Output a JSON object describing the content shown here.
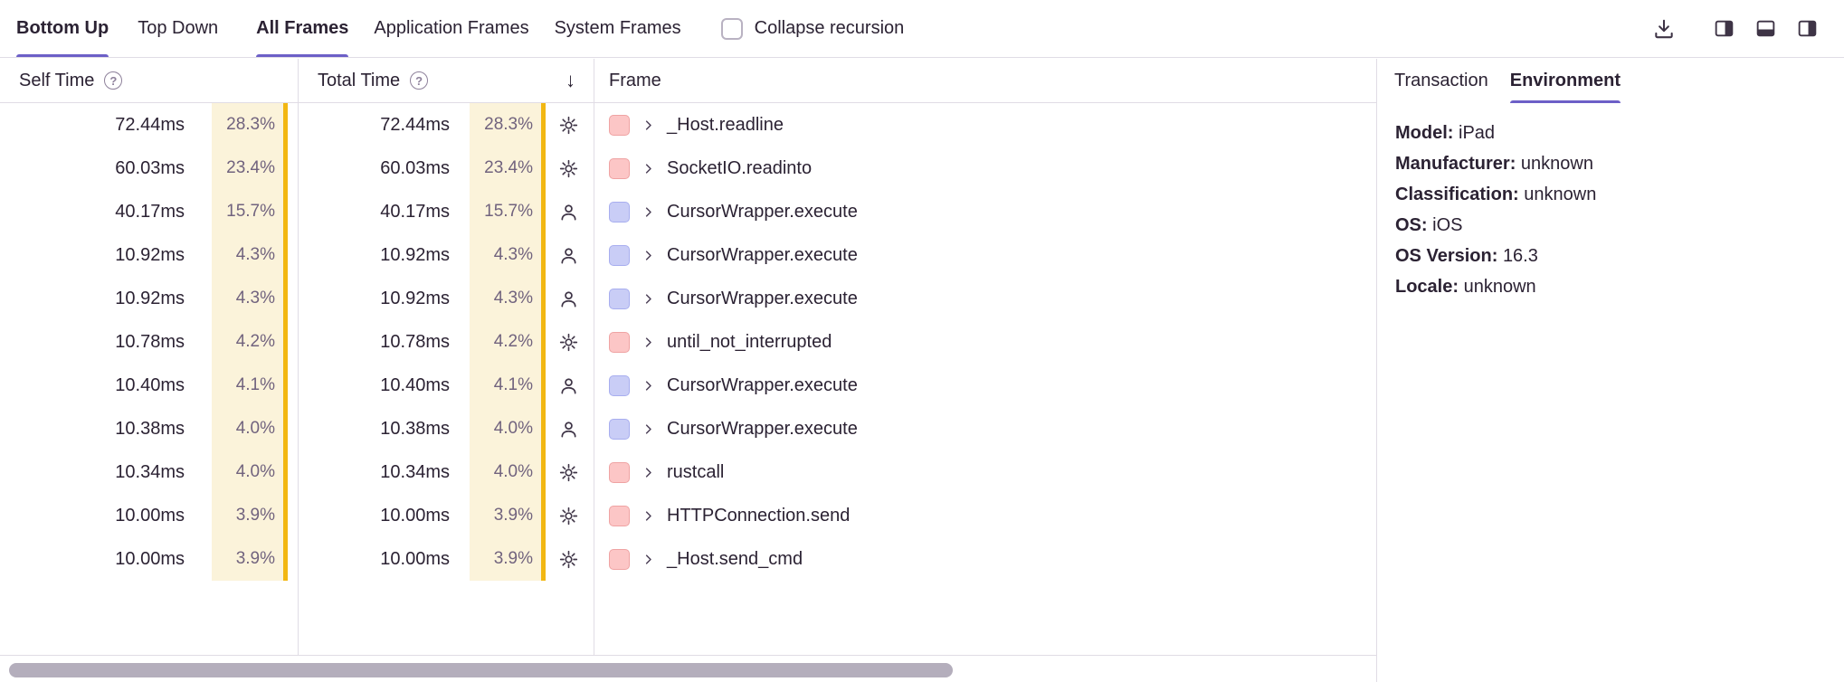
{
  "toolbar": {
    "view_tabs": [
      {
        "label": "Bottom Up",
        "active": true
      },
      {
        "label": "Top Down",
        "active": false
      }
    ],
    "frame_filter_tabs": [
      {
        "label": "All Frames",
        "active": true
      },
      {
        "label": "Application Frames",
        "active": false
      },
      {
        "label": "System Frames",
        "active": false
      }
    ],
    "collapse_recursion": {
      "label": "Collapse recursion",
      "checked": false
    },
    "actions": [
      {
        "icon": "download-icon",
        "key": "download"
      },
      {
        "icon": "layout-split-vertical-icon",
        "key": "cols"
      },
      {
        "icon": "layout-split-horizontal-icon",
        "key": "rows"
      },
      {
        "icon": "layout-sidebar-right-icon",
        "key": "cols2"
      }
    ]
  },
  "icons": {
    "help": "?",
    "sort_desc": "↓"
  },
  "table": {
    "headers": {
      "self_time": "Self Time",
      "total_time": "Total Time",
      "frame": "Frame"
    },
    "sort": {
      "column": "total_time",
      "direction": "desc"
    },
    "rows": [
      {
        "self_time": "72.44ms",
        "self_pct": "28.3%",
        "total_time": "72.44ms",
        "total_pct": "28.3%",
        "frame_type": "system",
        "color": "red",
        "name": "_Host.readline"
      },
      {
        "self_time": "60.03ms",
        "self_pct": "23.4%",
        "total_time": "60.03ms",
        "total_pct": "23.4%",
        "frame_type": "system",
        "color": "red",
        "name": "SocketIO.readinto"
      },
      {
        "self_time": "40.17ms",
        "self_pct": "15.7%",
        "total_time": "40.17ms",
        "total_pct": "15.7%",
        "frame_type": "application",
        "color": "blue",
        "name": "CursorWrapper.execute"
      },
      {
        "self_time": "10.92ms",
        "self_pct": "4.3%",
        "total_time": "10.92ms",
        "total_pct": "4.3%",
        "frame_type": "application",
        "color": "blue",
        "name": "CursorWrapper.execute"
      },
      {
        "self_time": "10.92ms",
        "self_pct": "4.3%",
        "total_time": "10.92ms",
        "total_pct": "4.3%",
        "frame_type": "application",
        "color": "blue",
        "name": "CursorWrapper.execute"
      },
      {
        "self_time": "10.78ms",
        "self_pct": "4.2%",
        "total_time": "10.78ms",
        "total_pct": "4.2%",
        "frame_type": "system",
        "color": "red",
        "name": "until_not_interrupted"
      },
      {
        "self_time": "10.40ms",
        "self_pct": "4.1%",
        "total_time": "10.40ms",
        "total_pct": "4.1%",
        "frame_type": "application",
        "color": "blue",
        "name": "CursorWrapper.execute"
      },
      {
        "self_time": "10.38ms",
        "self_pct": "4.0%",
        "total_time": "10.38ms",
        "total_pct": "4.0%",
        "frame_type": "application",
        "color": "blue",
        "name": "CursorWrapper.execute"
      },
      {
        "self_time": "10.34ms",
        "self_pct": "4.0%",
        "total_time": "10.34ms",
        "total_pct": "4.0%",
        "frame_type": "system",
        "color": "red",
        "name": "rustcall"
      },
      {
        "self_time": "10.00ms",
        "self_pct": "3.9%",
        "total_time": "10.00ms",
        "total_pct": "3.9%",
        "frame_type": "system",
        "color": "red",
        "name": "HTTPConnection.send"
      },
      {
        "self_time": "10.00ms",
        "self_pct": "3.9%",
        "total_time": "10.00ms",
        "total_pct": "3.9%",
        "frame_type": "system",
        "color": "red",
        "name": "_Host.send_cmd"
      }
    ]
  },
  "details_panel": {
    "tabs": [
      {
        "label": "Transaction",
        "active": false
      },
      {
        "label": "Environment",
        "active": true
      }
    ],
    "environment": [
      {
        "label": "Model:",
        "value": "iPad"
      },
      {
        "label": "Manufacturer:",
        "value": "unknown"
      },
      {
        "label": "Classification:",
        "value": "unknown"
      },
      {
        "label": "OS:",
        "value": "iOS"
      },
      {
        "label": "OS Version:",
        "value": "16.3"
      },
      {
        "label": "Locale:",
        "value": "unknown"
      }
    ]
  },
  "colors": {
    "accent_purple": "#6C5FC7",
    "percent_bg": "#FBF3DA",
    "percent_bar": "#F2B712",
    "frame_red_fill": "#FCC6C6",
    "frame_red_border": "#EFA3A3",
    "frame_blue_fill": "#C9CDF6",
    "frame_blue_border": "#A8AEEF"
  }
}
